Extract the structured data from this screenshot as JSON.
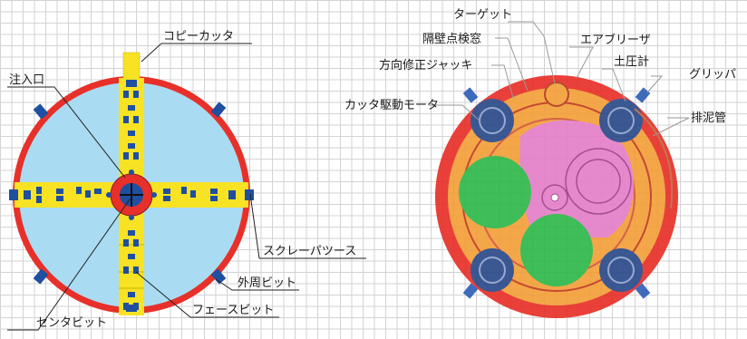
{
  "left_diagram": {
    "labels": {
      "copy_cutter": "コピーカッタ",
      "injection_port": "注入口",
      "scraper_tooth": "スクレーパツース",
      "peripheral_bit": "外周ビット",
      "face_bit": "フェースビット",
      "center_bit": "センタビット"
    }
  },
  "right_diagram": {
    "labels": {
      "target": "ターゲット",
      "bulkhead_inspection_window": "隔壁点検窓",
      "air_breather": "エアブリーザ",
      "steering_jack": "方向修正ジャッキ",
      "earth_pressure_gauge": "土圧計",
      "gripper": "グリッパ",
      "cutter_drive_motor": "カッタ駆動モータ",
      "mud_discharge_pipe": "排泥管"
    }
  },
  "colors": {
    "rim": "#e8302a",
    "face": "#a9dcf2",
    "spoke": "#f7e224",
    "tool": "#1f4fa0",
    "motor_green": "#2fb84a",
    "chamber_pink": "#e480c8",
    "orange": "#f2a03a"
  }
}
